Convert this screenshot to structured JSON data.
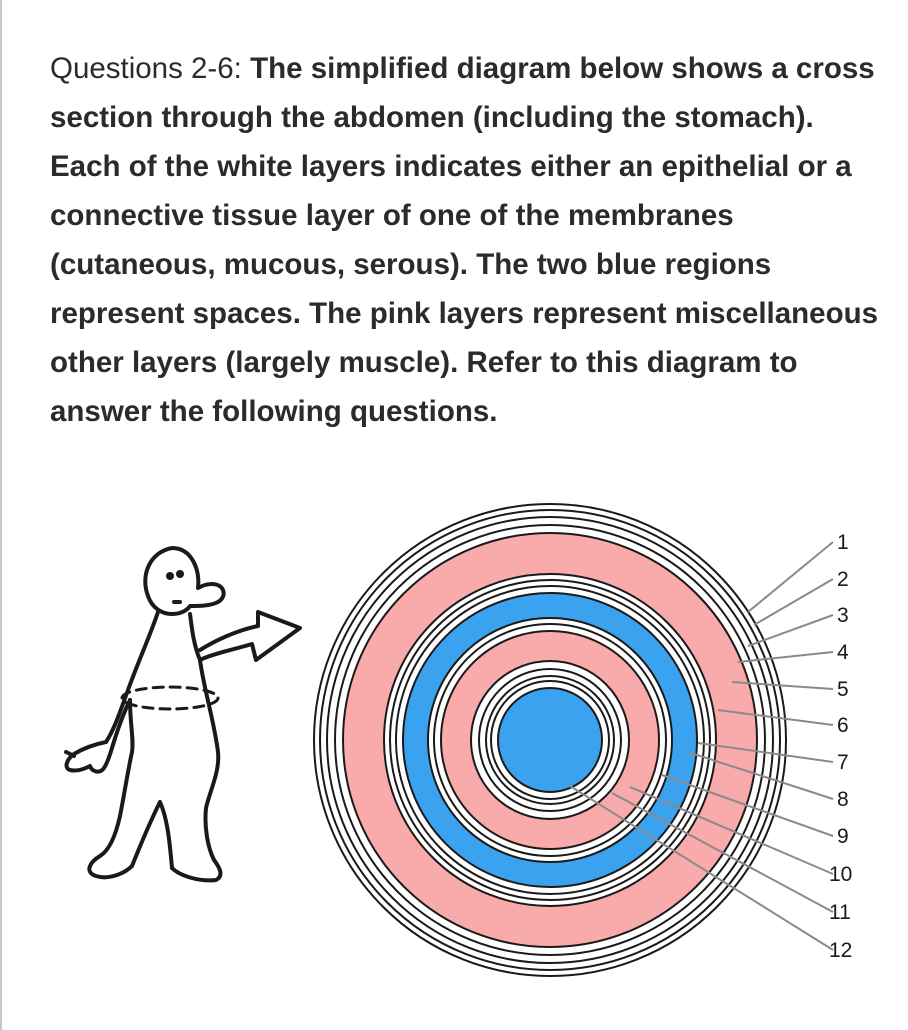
{
  "question": {
    "lead": "Questions 2-6:",
    "body": "The simplified diagram below shows a cross section through the abdomen (including the stomach).  Each of the white layers indicates either an epithelial or a connective tissue layer of one of the membranes (cutaneous, mucous, serous).  The two blue regions represent spaces.  The pink layers represent miscellaneous other layers (largely muscle).  Refer to this diagram to answer the following questions."
  },
  "diagram": {
    "layer_labels": [
      "1",
      "2",
      "3",
      "4",
      "5",
      "6",
      "7",
      "8",
      "9",
      "10",
      "11",
      "12"
    ],
    "colors": {
      "pink": "#f9aaaa",
      "blue": "#3aa2ee",
      "white": "#ffffff",
      "outline": "#1a1a1a",
      "leader": "#8a8a8a"
    }
  }
}
